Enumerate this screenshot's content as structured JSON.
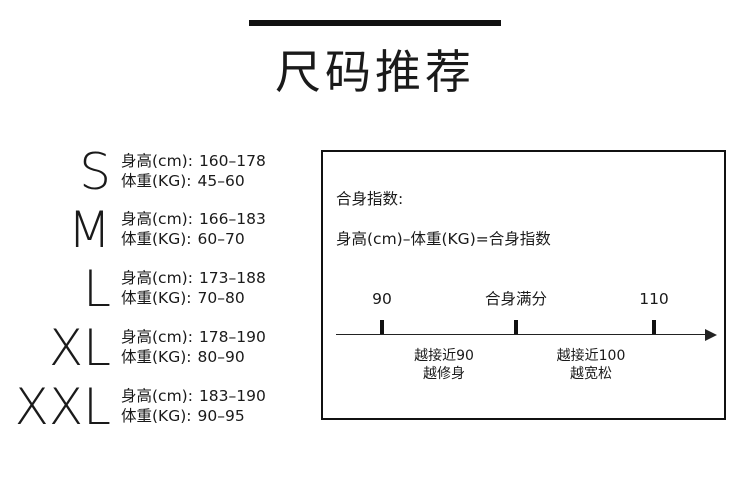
{
  "title": "尺码推荐",
  "sizes": [
    {
      "size": "S",
      "height_label": "身高(cm):",
      "height_value": "160–178",
      "weight_label": "体重(KG):",
      "weight_value": "45–60"
    },
    {
      "size": "M",
      "height_label": "身高(cm):",
      "height_value": "166–183",
      "weight_label": "体重(KG):",
      "weight_value": "60–70"
    },
    {
      "size": "L",
      "height_label": "身高(cm):",
      "height_value": "173–188",
      "weight_label": "体重(KG):",
      "weight_value": "70–80"
    },
    {
      "size": "XL",
      "height_label": "身高(cm):",
      "height_value": "178–190",
      "weight_label": "体重(KG):",
      "weight_value": "80–90"
    },
    {
      "size": "XXL",
      "height_label": "身高(cm):",
      "height_value": "183–190",
      "weight_label": "体重(KG):",
      "weight_value": "90–95"
    }
  ],
  "fit_index": {
    "heading": "合身指数:",
    "formula": "身高(cm)–体重(KG)=合身指数",
    "scale": {
      "left_label": "90",
      "middle_label": "合身满分",
      "right_label": "110",
      "left_note_line1": "越接近90",
      "left_note_line2": "越修身",
      "right_note_line1": "越接近100",
      "right_note_line2": "越宽松"
    }
  }
}
